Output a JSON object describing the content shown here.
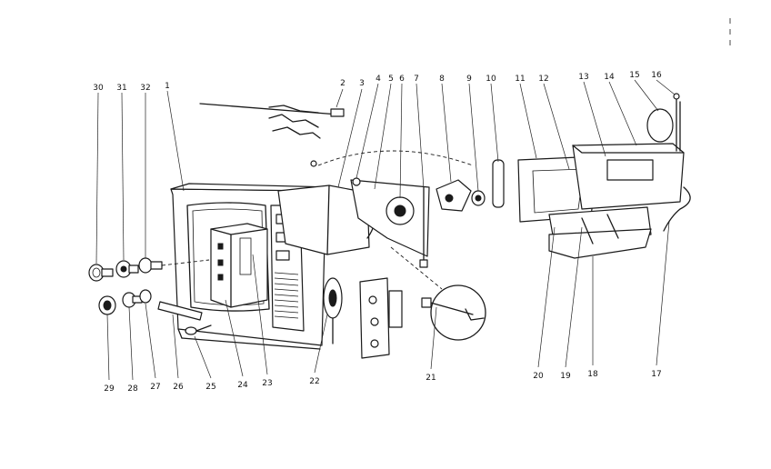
{
  "diagram": {
    "part_labels": [
      "1",
      "2",
      "3",
      "4",
      "5",
      "6",
      "7",
      "8",
      "9",
      "10",
      "11",
      "12",
      "13",
      "14",
      "15",
      "16",
      "17",
      "18",
      "19",
      "20",
      "21",
      "22",
      "23",
      "24",
      "25",
      "26",
      "27",
      "28",
      "29",
      "30",
      "31",
      "32"
    ]
  },
  "colors": {
    "ink": "#1a1a1a",
    "background": "#ffffff"
  }
}
